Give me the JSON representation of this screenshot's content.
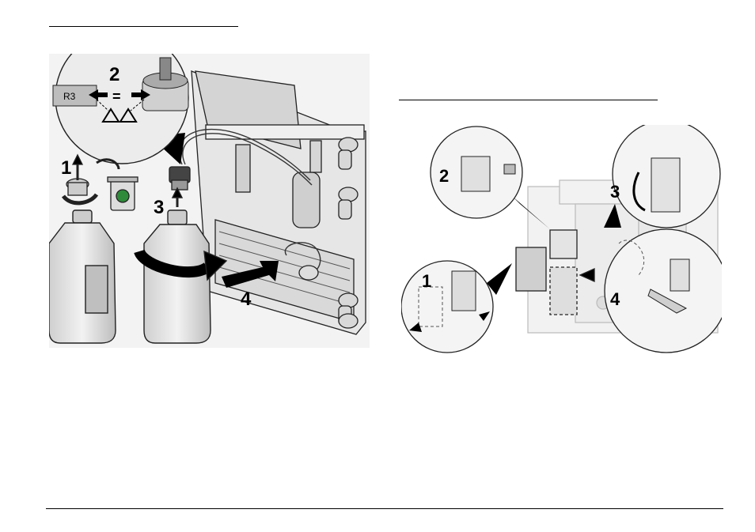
{
  "figure1": {
    "label_text": "R3",
    "equals": "=",
    "steps": [
      "1",
      "2",
      "3",
      "4"
    ]
  },
  "figure2": {
    "steps": [
      "1",
      "2",
      "3",
      "4"
    ]
  }
}
